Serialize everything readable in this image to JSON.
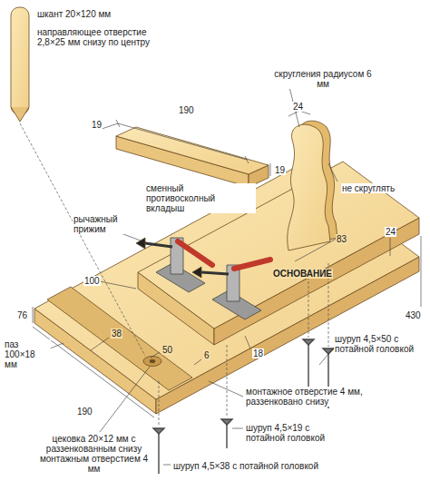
{
  "diagram": {
    "labels": [
      "шкант 20×120 мм",
      "направляющее отверстие 2,8×25 мм снизу по центру",
      "19",
      "190",
      "19",
      "сменный противосколный вкладыш",
      "скругления радиусом 6 мм",
      "24",
      "не скруглять",
      "рычажный прижим",
      "24",
      "83",
      "ОСНОВАНИЕ",
      "100",
      "76",
      "430",
      "шуруп 4,5×50 с потайной головкой",
      "паз 100×18 мм",
      "38",
      "50",
      "6",
      "18",
      "190",
      "монтажное отверстие 4 мм, раззенковано снизу",
      "шуруп 4,5×19 с потайной головкой",
      "цековка 20×12 мм с раззенкованным снизу монтажным отверстием 4 мм",
      "шуруп 4,5×38 с потайной головкой"
    ]
  }
}
